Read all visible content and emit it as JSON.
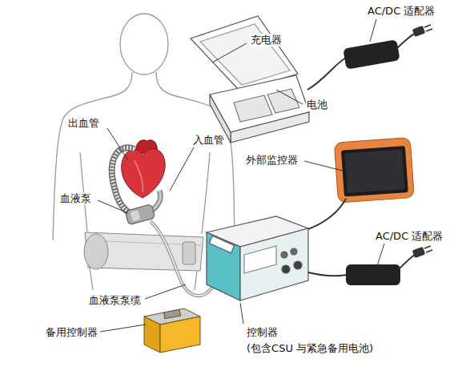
{
  "diagram": {
    "labels": [
      "充电器",
      "AC/DC 适配器",
      "电池",
      "出血管",
      "入血管",
      "外部监控器",
      "血液泵",
      "AC/DC 适配器",
      "血液泵泵缆",
      "备用控制器",
      "控制器",
      "(包含CSU 与紧急备用电池)"
    ]
  }
}
